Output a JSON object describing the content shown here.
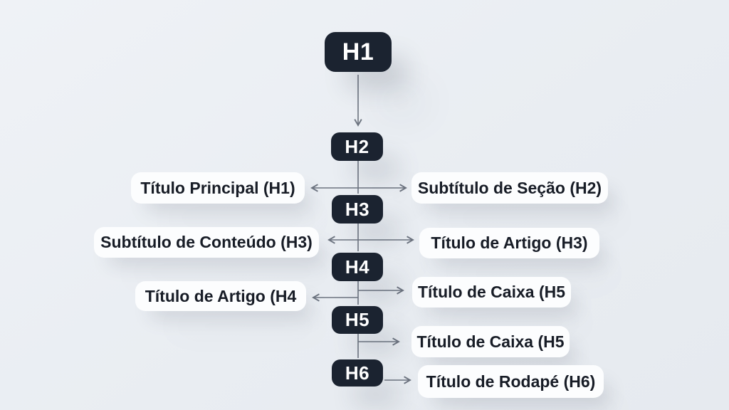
{
  "diagram": {
    "type": "heading-hierarchy-flowchart",
    "nodes": [
      {
        "id": "h1",
        "label": "H1"
      },
      {
        "id": "h2",
        "label": "H2"
      },
      {
        "id": "h3",
        "label": "H3"
      },
      {
        "id": "h4",
        "label": "H4"
      },
      {
        "id": "h5",
        "label": "H5"
      },
      {
        "id": "h6",
        "label": "H6"
      }
    ],
    "left_labels": [
      "Título Principal (H1)",
      "Subtítulo de Conteúdo (H3)",
      "Título de Artigo (H4"
    ],
    "right_labels": [
      "Subtítulo de Seção (H2)",
      "Título de Artigo (H3)",
      "Título de Caixa (H5",
      "Título de Caixa (H5",
      "Título de Rodapé (H6)"
    ]
  },
  "colors": {
    "background": "#e9edf2",
    "node_background": "#1b2330",
    "node_text": "#ffffff",
    "label_background": "#fcfdfe",
    "label_text": "#171c26",
    "arrow": "#6d7480"
  }
}
